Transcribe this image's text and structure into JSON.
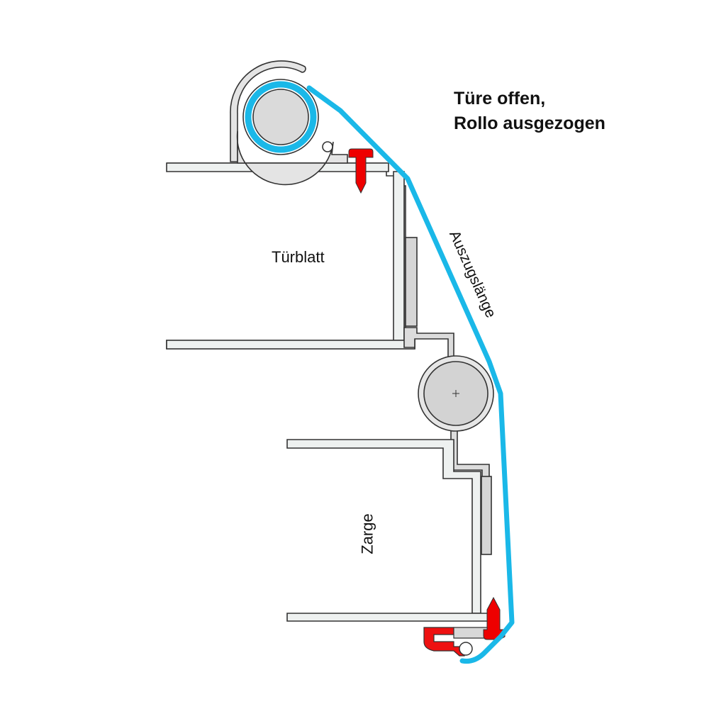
{
  "title": {
    "line1": "Türe offen,",
    "line2": "Rollo ausgezogen"
  },
  "labels": {
    "door_leaf": "Türblatt",
    "extension_length": "Auszugslänge",
    "frame": "Zarge"
  },
  "colors": {
    "blind": "#1ab8e8",
    "fastener": "#ee0000",
    "profile": "#e4e4e4",
    "outline": "#333333"
  }
}
